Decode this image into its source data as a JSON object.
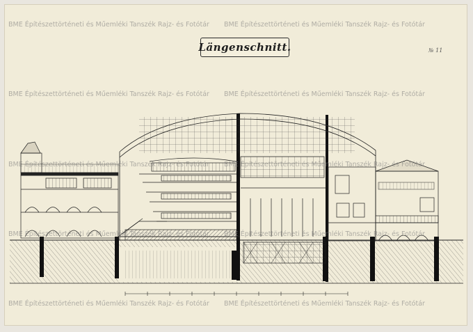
{
  "document": {
    "title": "Längenschnitt.",
    "sheet_number": "№ 11",
    "watermark_text": "BME Építészettörténeti és Műemléki Tanszék Rajz- és Fotótár",
    "scale_caption": "",
    "left_note_line1": "",
    "left_note_line2": "",
    "signature": "",
    "colors": {
      "paper": "#f1ecd9",
      "ink": "#1d1d1d",
      "hatch": "#3a3a3a"
    }
  }
}
